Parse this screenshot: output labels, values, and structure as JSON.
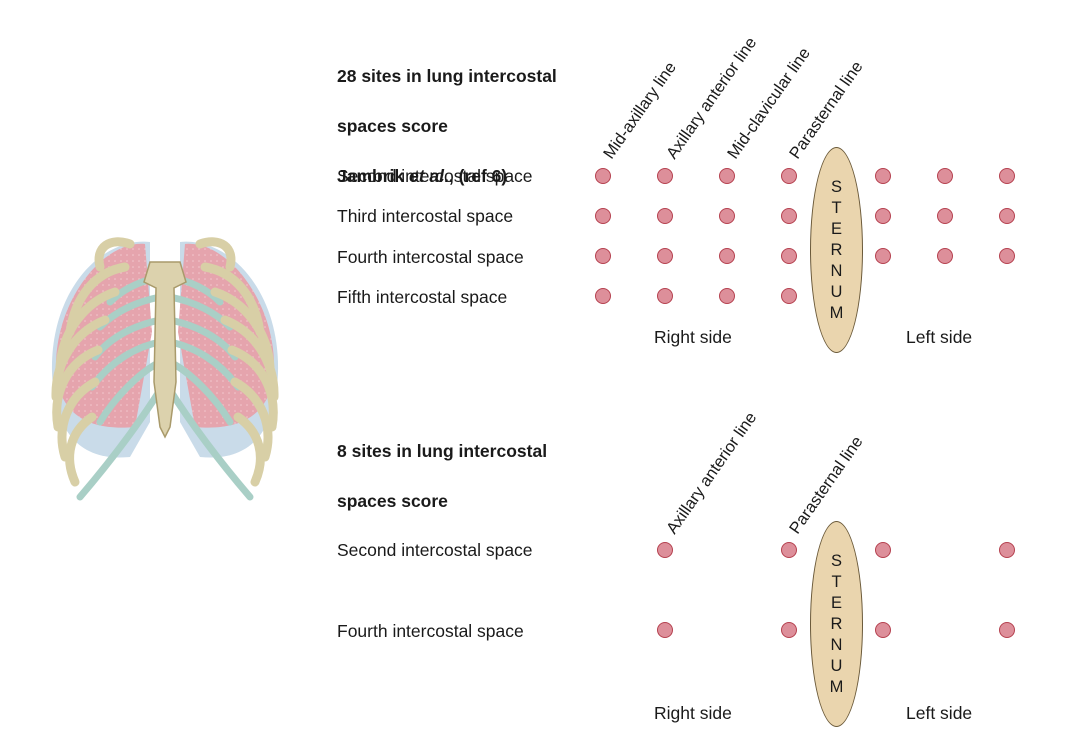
{
  "illustration": {
    "name": "thoracic-rib-cage"
  },
  "section1": {
    "title_lines": [
      "28 sites in lung intercostal",
      "spaces score"
    ],
    "title_author": "Jambrik ",
    "title_etal": "et al",
    "title_ref": "., (ref 6)",
    "column_labels": [
      "Mid-axillary line",
      "Axillary anterior line",
      "Mid-clavicular line",
      "Parasternal line"
    ],
    "rows": [
      {
        "label": "Second intercostal space",
        "right_sites": 4,
        "left_sites": 3
      },
      {
        "label": "Third intercostal space",
        "right_sites": 4,
        "left_sites": 3
      },
      {
        "label": "Fourth intercostal space",
        "right_sites": 4,
        "left_sites": 3
      },
      {
        "label": "Fifth intercostal space",
        "right_sites": 4,
        "left_sites": 0
      }
    ],
    "sternum_letters": [
      "S",
      "T",
      "E",
      "R",
      "N",
      "U",
      "M"
    ],
    "right_side": "Right side",
    "left_side": "Left side"
  },
  "section2": {
    "title_lines": [
      "8 sites in lung intercostal",
      "spaces score"
    ],
    "column_labels": [
      "Axillary anterior line",
      "Parasternal line"
    ],
    "rows": [
      {
        "label": "Second intercostal space"
      },
      {
        "label": "Fourth intercostal space"
      }
    ],
    "sternum_letters": [
      "S",
      "T",
      "E",
      "R",
      "N",
      "U",
      "M"
    ],
    "right_side": "Right side",
    "left_side": "Left side"
  },
  "colors": {
    "site_fill": "#dd8f9a",
    "site_stroke": "#b5414f",
    "sternum_fill": "#ead5ae"
  }
}
